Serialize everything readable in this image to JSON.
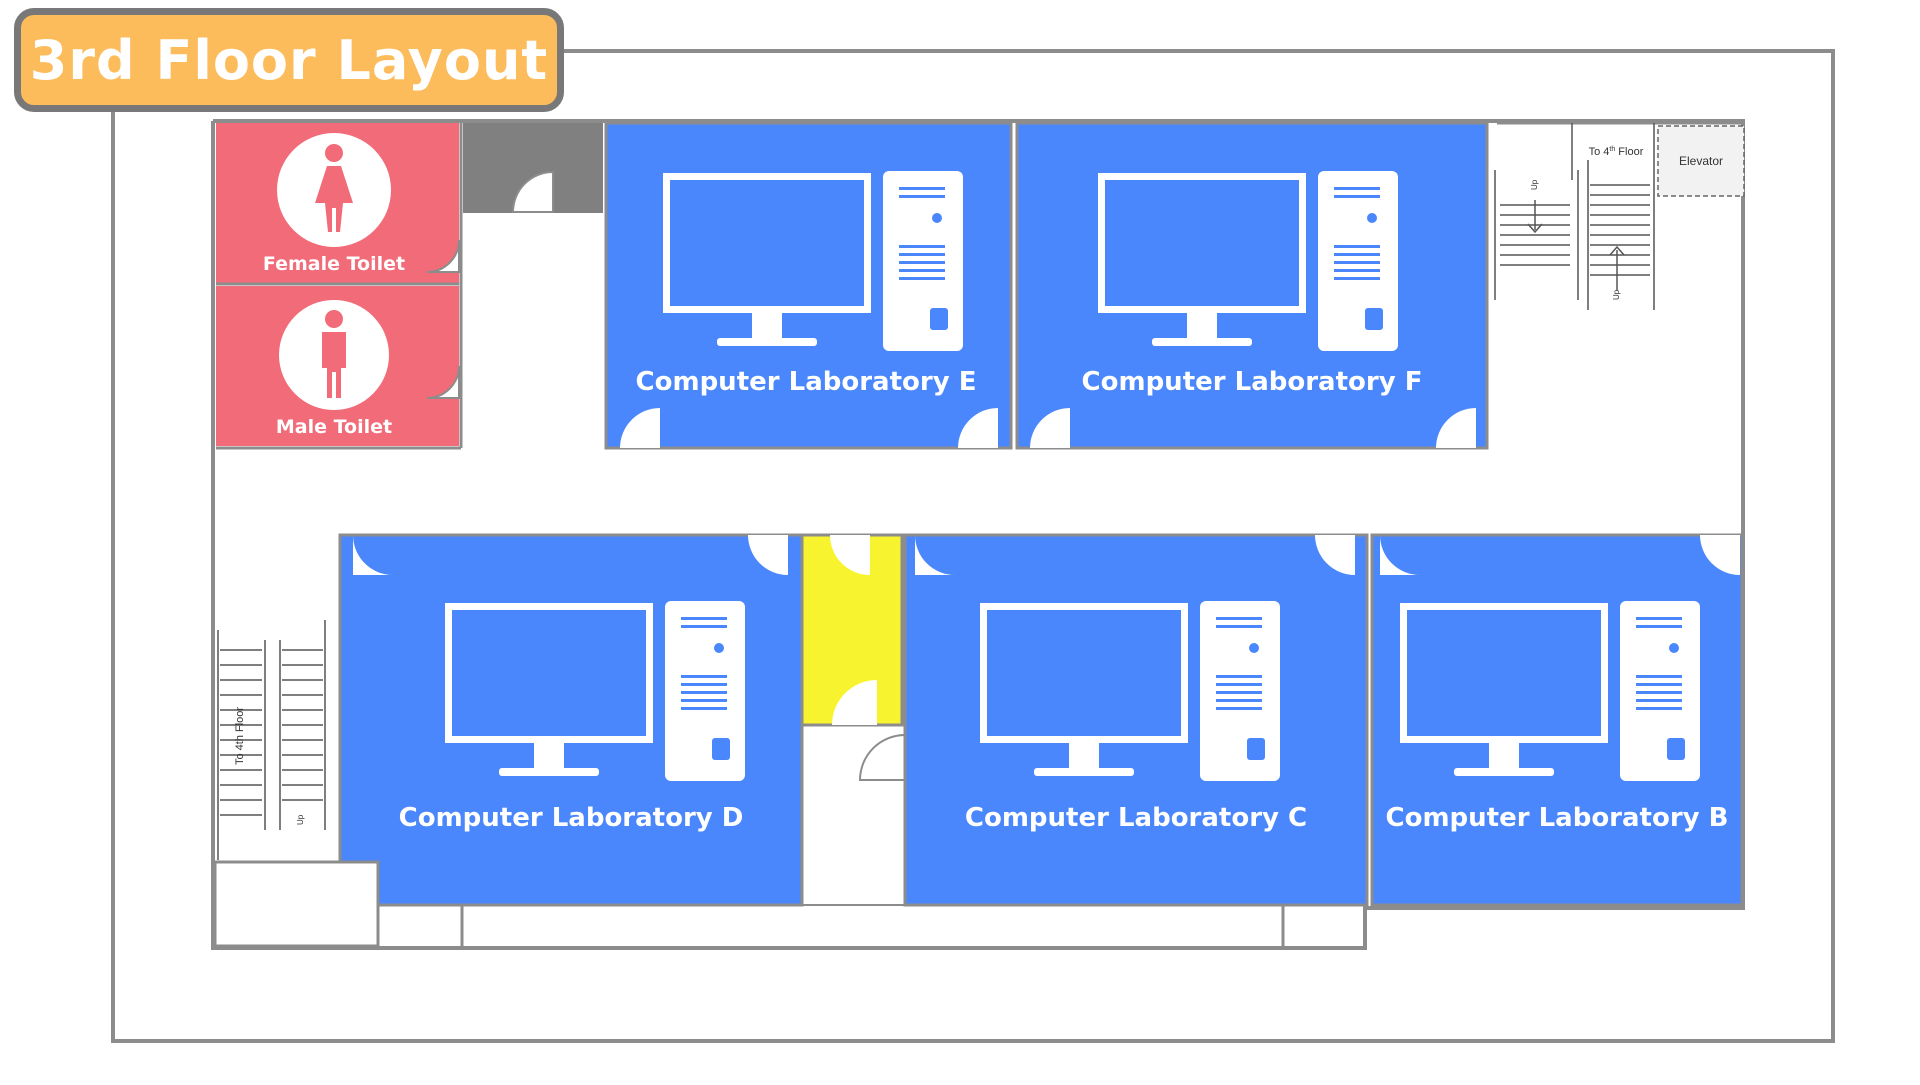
{
  "title": "3rd Floor Layout",
  "colors": {
    "lab": "#4a86fc",
    "toilet": "#f26b78",
    "utility": "#f7f42f",
    "service": "#808080",
    "wall": "#8c8c8c",
    "badge": "#fdbc5c",
    "badge_border": "#787878"
  },
  "rooms": {
    "female_toilet": {
      "label": "Female Toilet",
      "icon": "female-icon"
    },
    "male_toilet": {
      "label": "Male Toilet",
      "icon": "male-icon"
    },
    "lab_e": {
      "label": "Computer Laboratory E",
      "icon": "computer-icon"
    },
    "lab_f": {
      "label": "Computer Laboratory F",
      "icon": "computer-icon"
    },
    "lab_d": {
      "label": "Computer Laboratory D",
      "icon": "computer-icon"
    },
    "lab_c": {
      "label": "Computer Laboratory C",
      "icon": "computer-icon"
    },
    "lab_b": {
      "label": "Computer Laboratory B",
      "icon": "computer-icon"
    }
  },
  "stairs": {
    "top_right": {
      "to_floor_prefix": "To 4",
      "to_floor_sup": "th",
      "to_floor_suffix": " Floor",
      "up": "Up",
      "up2": "Up"
    },
    "left": {
      "to_floor": "To 4th Floor",
      "up": "Up"
    }
  },
  "elevator": {
    "label": "Elevator"
  }
}
